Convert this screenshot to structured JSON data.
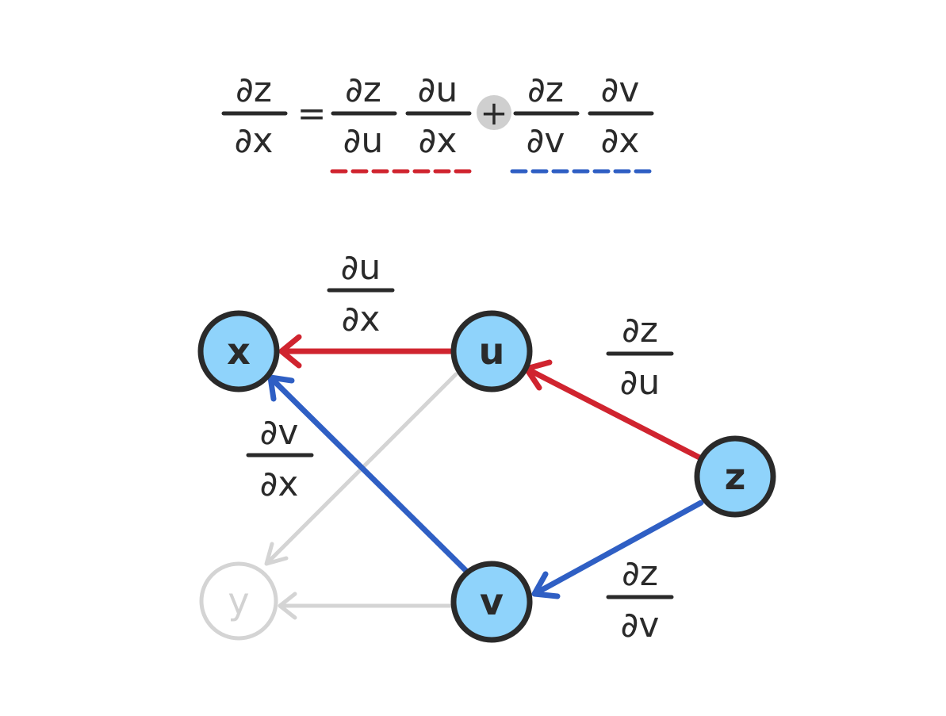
{
  "colors": {
    "text": "#2a2a2a",
    "node_fill": "#8fd3fb",
    "node_stroke": "#2a2a2a",
    "red": "#d0242f",
    "blue": "#2f5fc4",
    "faded": "#d4d4d4",
    "plus_bg": "#cfcfcf"
  },
  "equation": {
    "lhs": {
      "num": "∂z",
      "den": "∂x"
    },
    "equals": "=",
    "term1": {
      "a": {
        "num": "∂z",
        "den": "∂u"
      },
      "b": {
        "num": "∂u",
        "den": "∂x"
      }
    },
    "plus": "+",
    "term2": {
      "a": {
        "num": "∂z",
        "den": "∂v"
      },
      "b": {
        "num": "∂v",
        "den": "∂x"
      }
    }
  },
  "nodes": {
    "x": "x",
    "u": "u",
    "z": "z",
    "v": "v",
    "y": "y"
  },
  "edge_labels": {
    "du_dx": {
      "num": "∂u",
      "den": "∂x"
    },
    "dz_du": {
      "num": "∂z",
      "den": "∂u"
    },
    "dv_dx": {
      "num": "∂v",
      "den": "∂x"
    },
    "dz_dv": {
      "num": "∂z",
      "den": "∂v"
    }
  }
}
